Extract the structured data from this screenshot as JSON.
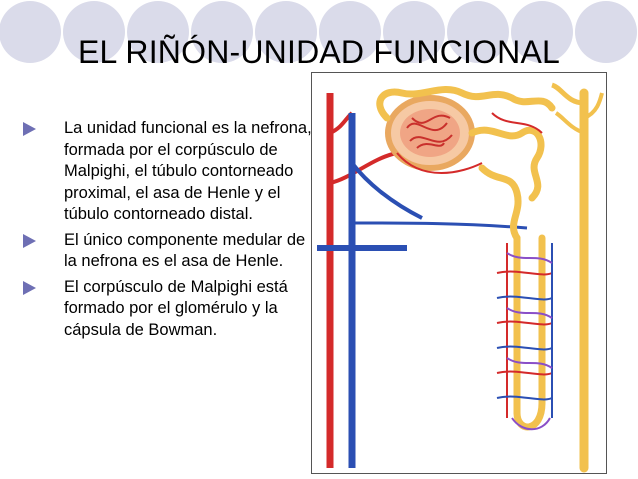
{
  "slide": {
    "title": "EL RIÑÓN-UNIDAD FUNCIONAL",
    "bullets": [
      "La unidad funcional es la nefrona, formada por el corpúsculo de Malpighi, el túbulo contorneado proximal, el asa de Henle y el túbulo contorneado distal.",
      "El único componente medular de la nefrona es el asa de Henle.",
      "El corpúsculo de Malpighi está formado por el glomérulo y la cápsula de Bowman."
    ]
  },
  "theme": {
    "accent": "#6e6fb4",
    "circle": "#dadbea",
    "artery": "#d42a2a",
    "vein": "#2b4fb3",
    "tubule": "#f2c14e",
    "capsule": "#f6c9a4",
    "purple": "#8a4fc7"
  },
  "icons": {
    "bullet": "triangle-bullet-icon",
    "figure": "nephron-illustration"
  }
}
